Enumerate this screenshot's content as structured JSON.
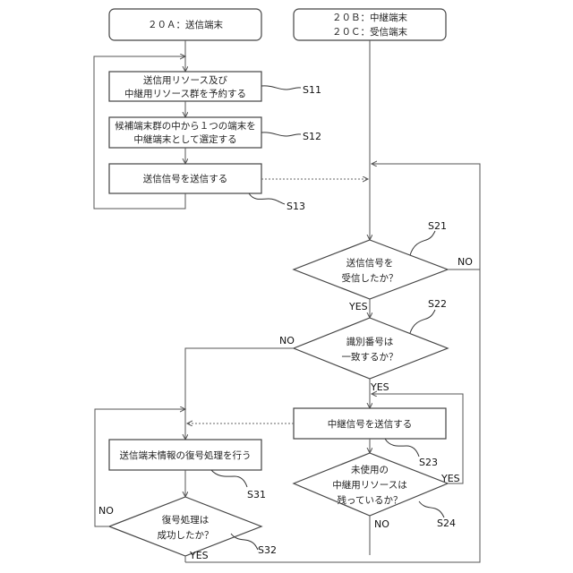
{
  "headers": {
    "sender": "２０Ａ：送信端末",
    "relay_line1": "２０Ｂ：中継端末",
    "relay_line2": "２０Ｃ：受信端末"
  },
  "steps": {
    "s11": {
      "line1": "送信用リソース及び",
      "line2": "中継用リソース群を予約する",
      "tag": "S11"
    },
    "s12": {
      "line1": "候補端末群の中から１つの端末を",
      "line2": "中継端末として選定する",
      "tag": "S12"
    },
    "s13": {
      "line1": "送信信号を送信する",
      "tag": "S13"
    },
    "s21": {
      "line1": "送信信号を",
      "line2": "受信したか？",
      "tag": "S21"
    },
    "s22": {
      "line1": "識別番号は",
      "line2": "一致するか？",
      "tag": "S22"
    },
    "s23": {
      "line1": "中継信号を送信する",
      "tag": "S23"
    },
    "s24": {
      "line1": "未使用の",
      "line2": "中継用リソースは",
      "line3": "残っているか？",
      "tag": "S24"
    },
    "s31": {
      "line1": "送信端末情報の復号処理を行う",
      "tag": "S31"
    },
    "s32": {
      "line1": "復号処理は",
      "line2": "成功したか？",
      "tag": "S32"
    }
  },
  "branch_labels": {
    "s21_no": "NO",
    "s21_yes": "YES",
    "s22_no": "NO",
    "s22_yes": "YES",
    "s24_yes": "YES",
    "s24_no": "NO",
    "s32_no": "NO",
    "s32_yes": "YES"
  }
}
